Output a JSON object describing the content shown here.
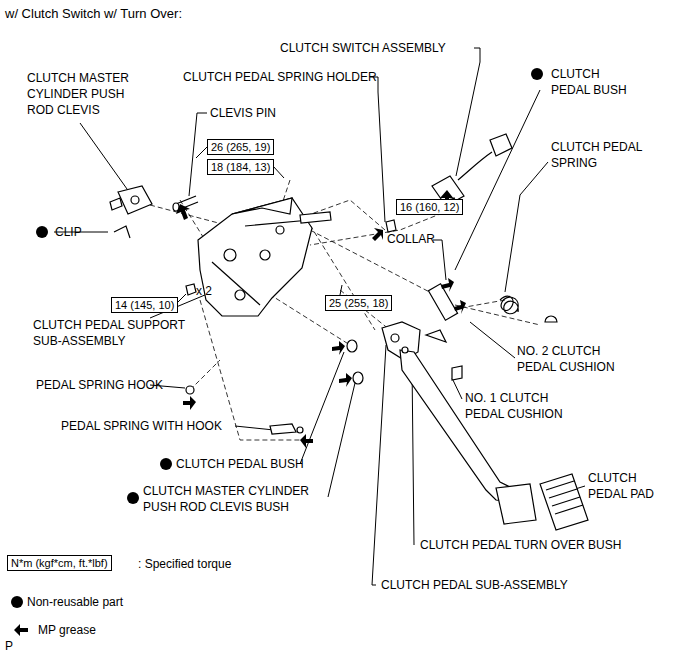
{
  "diagram": {
    "title": "w/ Clutch Switch w/ Turn Over:",
    "nodes": [
      {
        "text": [
          "26 (265, 19)"
        ]
      },
      {
        "text": [
          "18 (184, 13)"
        ]
      },
      {
        "text": [
          "16 (160, 12)"
        ]
      },
      {
        "text": [
          "14 (145, 10)"
        ]
      },
      {
        "text": [
          "25 (255, 18)"
        ]
      },
      {
        "text": [
          "N*m (kgf*cm, ft.*lbf)"
        ]
      }
    ],
    "labels": [
      "CLUTCH MASTER CYLINDER PUSH ROD CLEVIS",
      "CLEVIS PIN",
      "CLUTCH PEDAL SPRING HOLDER",
      "CLUTCH SWITCH ASSEMBLY",
      "CLUTCH PEDAL BUSH",
      "CLUTCH PEDAL SPRING",
      "CLIP",
      "COLLAR",
      "x 2",
      "CLUTCH PEDAL SUPPORT SUB-ASSEMBLY",
      "NO. 2 CLUTCH PEDAL CUSHION",
      "PEDAL SPRING HOOK",
      "NO. 1 CLUTCH PEDAL CUSHION",
      "PEDAL SPRING WITH HOOK",
      "CLUTCH PEDAL BUSH",
      "CLUTCH MASTER CYLINDER PUSH ROD CLEVIS BUSH",
      "CLUTCH PEDAL PAD",
      "CLUTCH PEDAL TURN OVER BUSH",
      "CLUTCH PEDAL SUB-ASSEMBLY",
      "P"
    ],
    "legend": [
      {
        "text": ": Specified torque"
      },
      {
        "text": "Non-reusable part"
      },
      {
        "text": "MP grease"
      }
    ]
  }
}
